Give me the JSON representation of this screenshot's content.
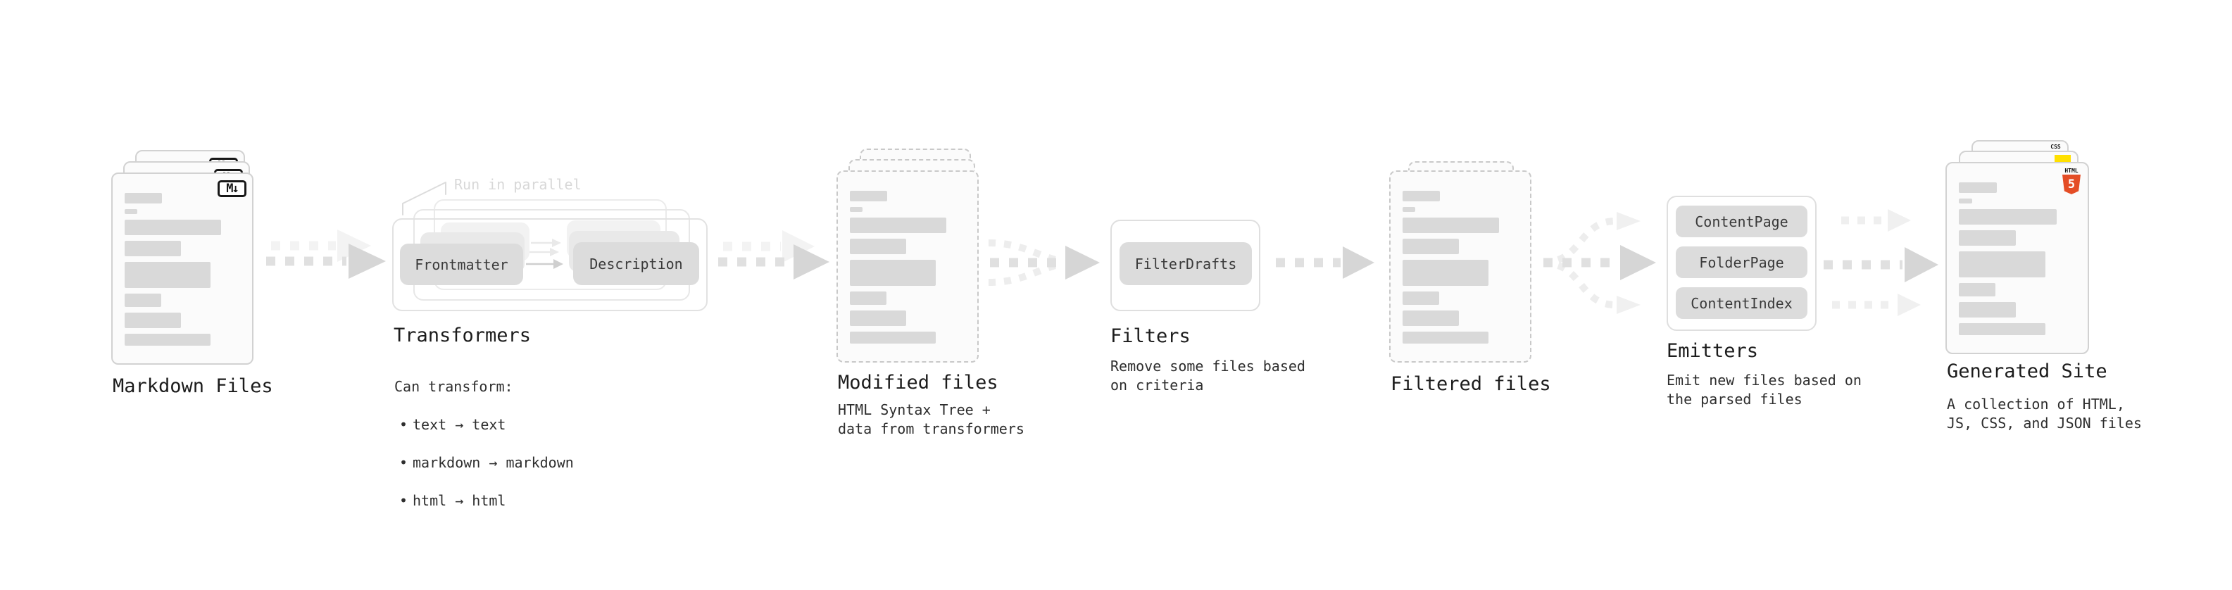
{
  "glyphs": {
    "bullet": "•",
    "md_badge": "M↓",
    "html_badge_label": "HTML",
    "html_badge_number": "5",
    "css_badge_label": "CSS"
  },
  "colors": {
    "html5_orange": "#e44d26",
    "js_yellow": "#ffe000",
    "css_blue": "#2e63e8"
  },
  "doc_bars": [
    {
      "w": 32,
      "h": 15
    },
    {
      "w": 11,
      "h": 7
    },
    {
      "w": 82,
      "h": 22
    },
    {
      "w": 48,
      "h": 22
    },
    {
      "w": 73,
      "h": 37
    },
    {
      "w": 31,
      "h": 19
    },
    {
      "w": 48,
      "h": 22
    },
    {
      "w": 73,
      "h": 17
    }
  ],
  "stages": {
    "markdown": {
      "title": "Markdown Files"
    },
    "transformers": {
      "title": "Transformers",
      "note": "Run in parallel",
      "pill_left": "Frontmatter",
      "pill_right": "Description",
      "desc_heading": "Can transform:",
      "bullets": [
        "text → text",
        "markdown → markdown",
        "html → html"
      ]
    },
    "modified": {
      "title": "Modified files",
      "subtitle": "HTML Syntax Tree +\ndata from transformers"
    },
    "filters": {
      "title": "Filters",
      "pill": "FilterDrafts",
      "subtitle": "Remove some files based\non criteria"
    },
    "filtered": {
      "title": "Filtered files"
    },
    "emitters": {
      "title": "Emitters",
      "pills": [
        "ContentPage",
        "FolderPage",
        "ContentIndex"
      ],
      "subtitle": "Emit new files based on\nthe parsed files"
    },
    "generated": {
      "title": "Generated Site",
      "subtitle": "A collection of HTML,\nJS, CSS, and JSON files"
    }
  }
}
